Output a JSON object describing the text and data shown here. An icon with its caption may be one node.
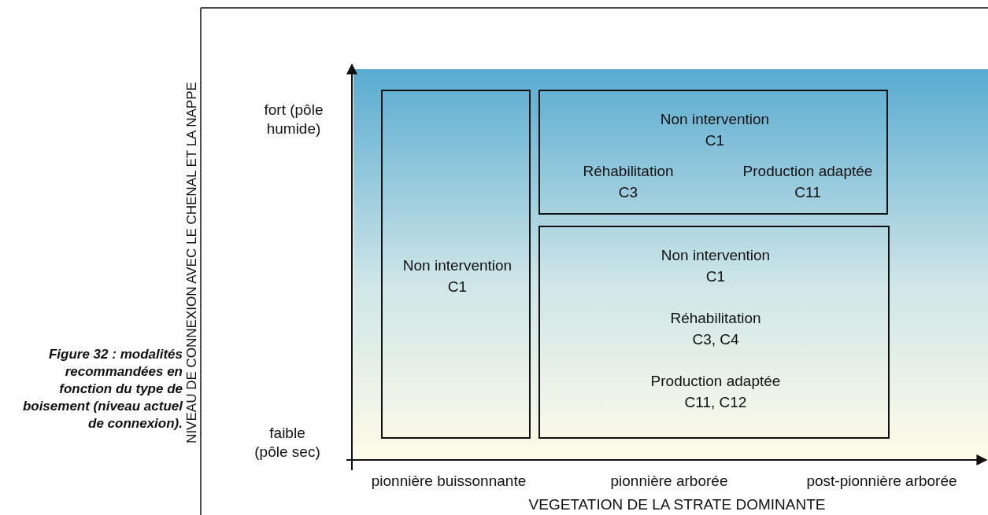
{
  "diagram": {
    "caption": "Figure 32 : modalités recommandées en fonction du type de boisement (niveau actuel de connexion).",
    "nodes": [
      {
        "text": [
          "Non intervention C1"
        ]
      },
      {
        "text": [
          "Non intervention C1",
          "Réhabilitation C3",
          "Production adaptée C11"
        ]
      },
      {
        "text": [
          "Non intervention C1",
          "Réhabilitation C3, C4",
          "Production adaptée C11, C12"
        ]
      }
    ],
    "labels": [
      "NIVEAU DE CONNEXION AVEC LE CHENAL ET LA NAPPE",
      "fort (pôle humide)",
      "faible (pôle sec)",
      "pionnière buissonnante",
      "pionnière arborée",
      "post-pionnière arborée",
      "VEGETATION DE LA STRATE DOMINANTE"
    ]
  }
}
